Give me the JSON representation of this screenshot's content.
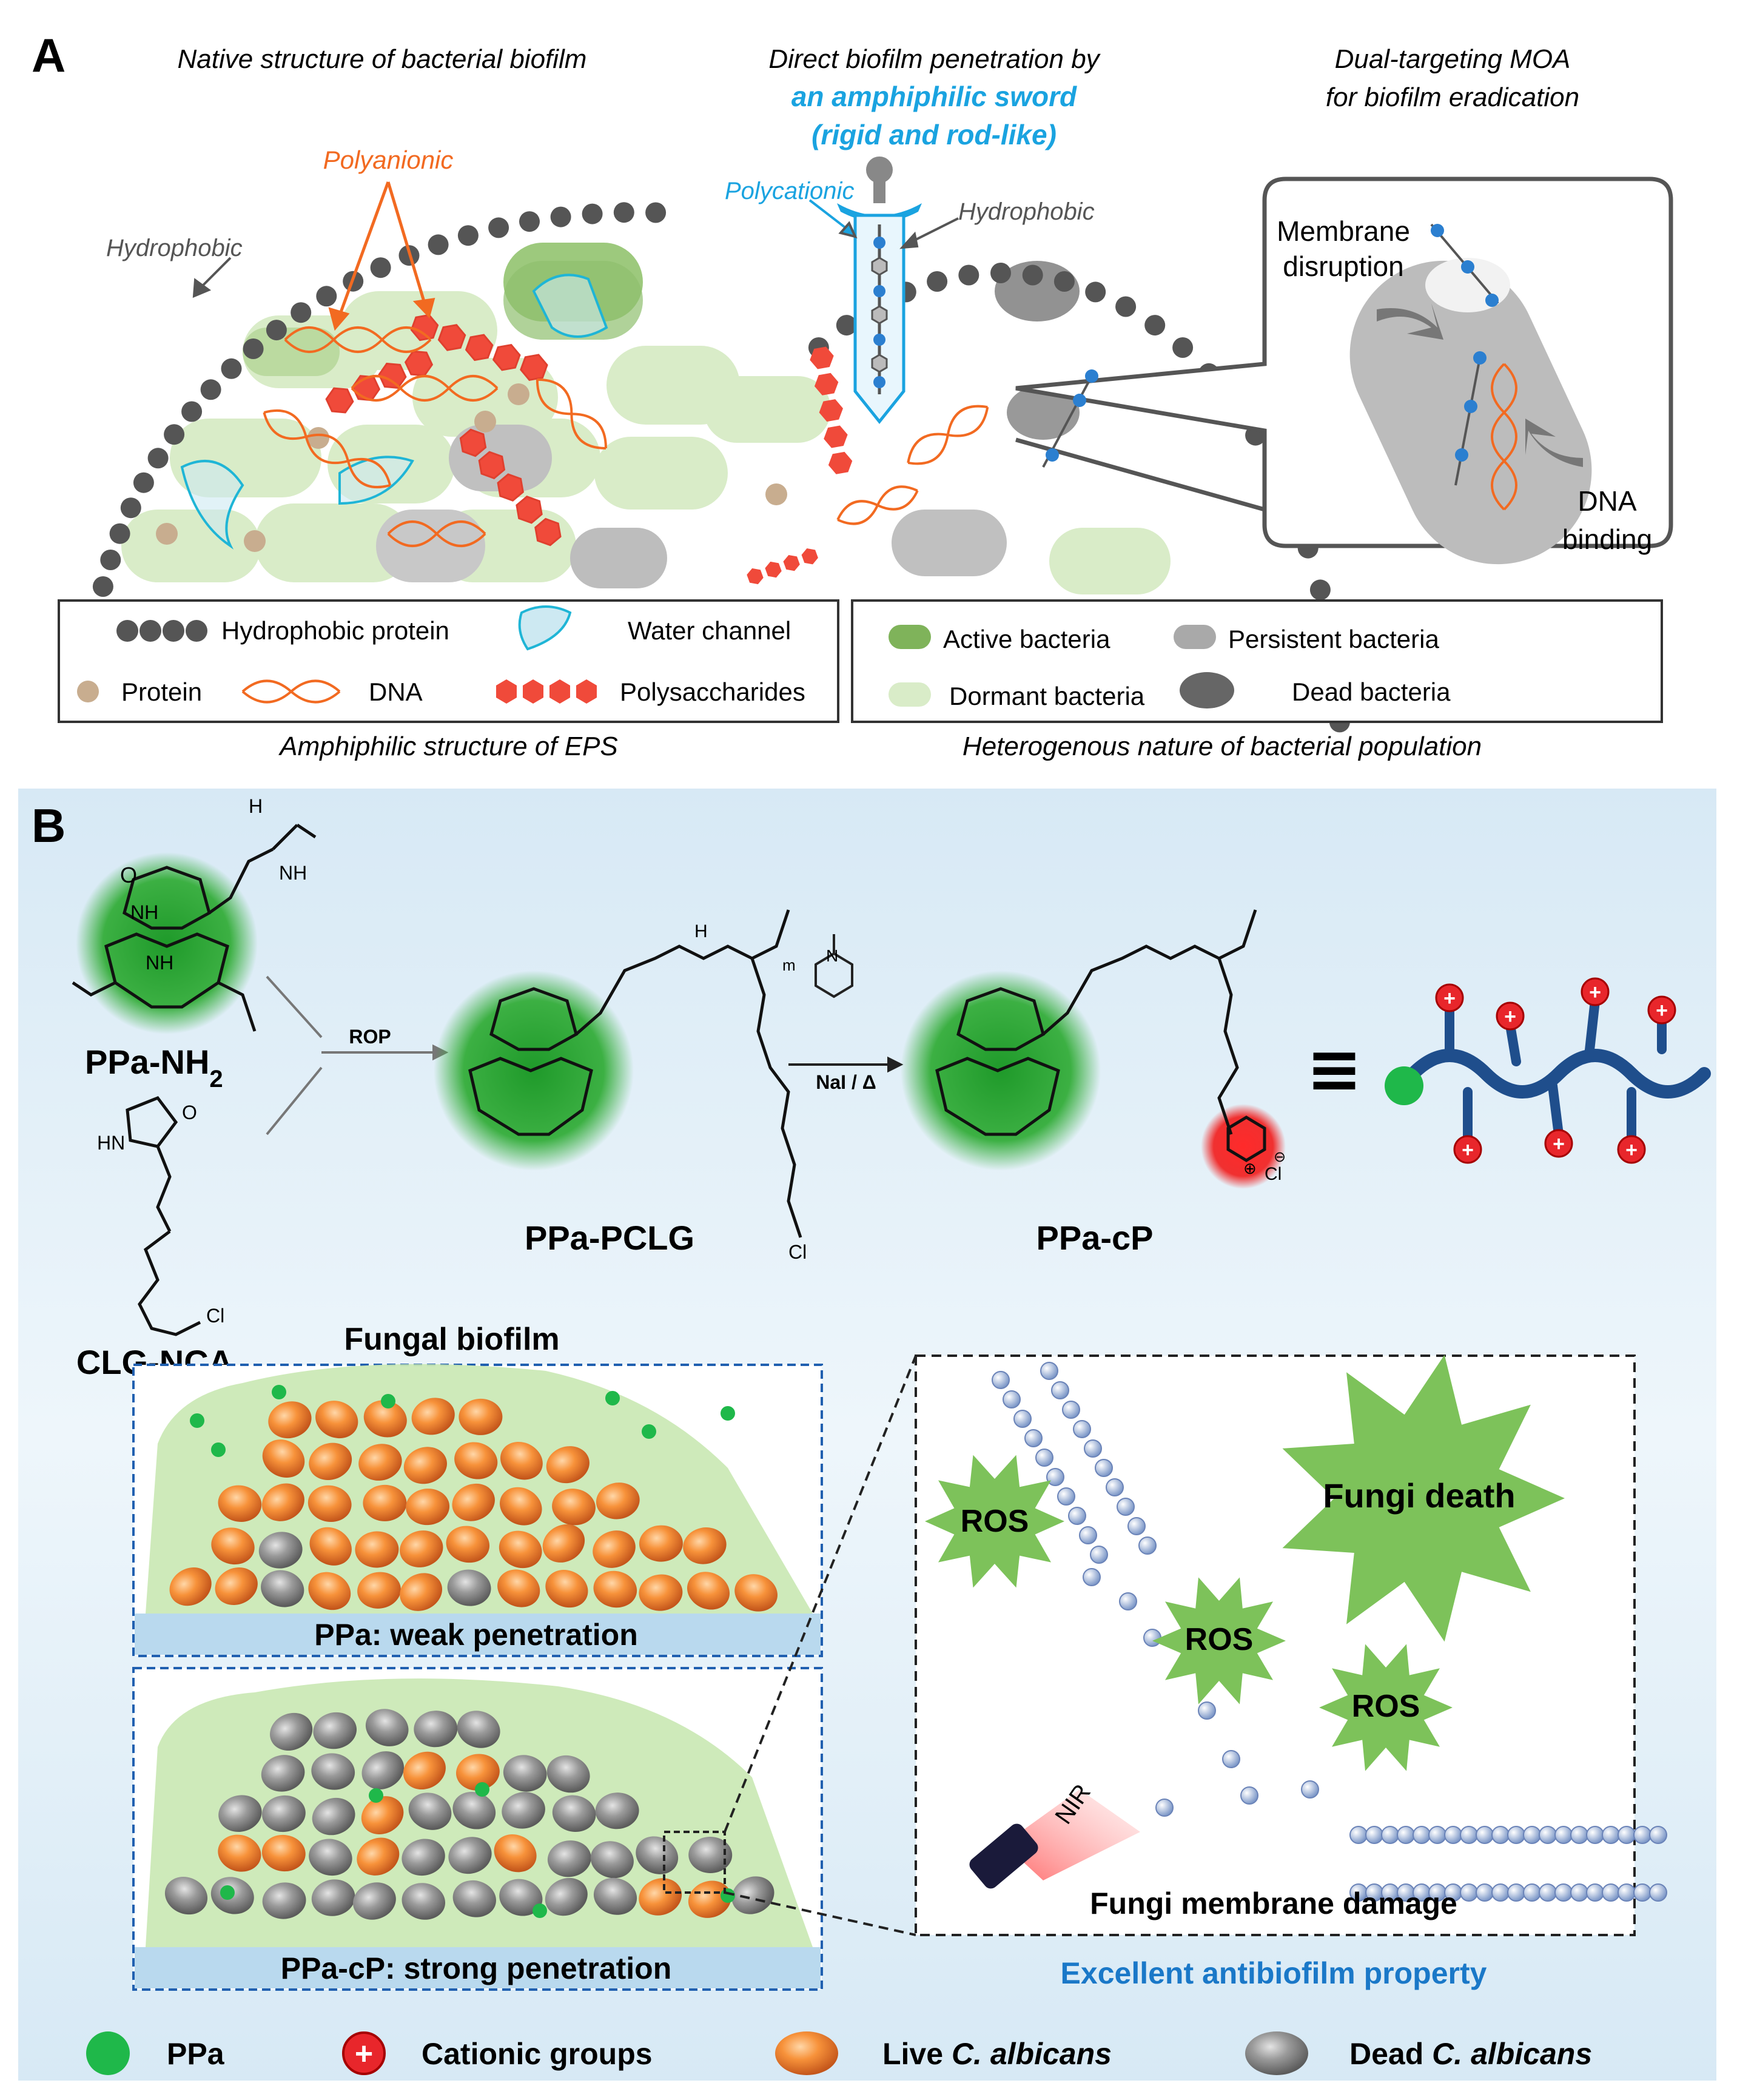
{
  "panelA": {
    "letter": "A",
    "title1": "Native structure of bacterial biofilm",
    "title2_line1": "Direct biofilm penetration by",
    "title2_line2": "an amphiphilic sword",
    "title2_line3": "(rigid and rod-like)",
    "title3_line1": "Dual-targeting MOA",
    "title3_line2": "for biofilm eradication",
    "label_polyanionic": "Polyanionic",
    "label_hydrophobic_left": "Hydrophobic",
    "label_polycationic": "Polycationic",
    "label_hydrophobic_mid": "Hydrophobic",
    "label_membrane_1": "Membrane",
    "label_membrane_2": "disruption",
    "label_dna_1": "DNA",
    "label_dna_2": "binding",
    "legend_left": {
      "hydrophobic_protein": "Hydrophobic protein",
      "water_channel": "Water channel",
      "protein": "Protein",
      "dna": "DNA",
      "polysaccharides": "Polysaccharides",
      "caption": "Amphiphilic structure of EPS"
    },
    "legend_right": {
      "active": "Active bacteria",
      "persistent": "Persistent bacteria",
      "dormant": "Dormant bacteria",
      "dead": "Dead bacteria",
      "caption": "Heterogenous nature of bacterial population"
    }
  },
  "panelB": {
    "letter": "B",
    "ppa_nh2": "PPa-NH",
    "ppa_nh2_sub": "2",
    "clg_nca": "CLG-NCA",
    "rop": "ROP",
    "nai": "NaI / Δ",
    "ppa_pclg": "PPa-PCLG",
    "ppa_cp": "PPa-cP",
    "equiv": "≡",
    "fungal_biofilm": "Fungal biofilm",
    "weak_label": "PPa: weak penetration",
    "strong_label": "PPa-cP: strong penetration",
    "ros1": "ROS",
    "ros2": "ROS",
    "ros3": "ROS",
    "fungi_death": "Fungi death",
    "nir": "NIR",
    "membrane_damage": "Fungi membrane damage",
    "excellent": "Excellent antibiofilm property",
    "chem": {
      "o": "O",
      "h": "H",
      "n": "N",
      "nh": "NH",
      "nh2": "NH",
      "two": "2",
      "cl": "Cl",
      "hn": "HN",
      "m": "m",
      "plus": "⊕",
      "minus": "⊖"
    }
  },
  "bottom_legend": {
    "ppa": "PPa",
    "cationic": "Cationic groups",
    "live_prefix": "Live ",
    "live_species": "C. albicans",
    "dead_prefix": "Dead ",
    "dead_species": "C. albicans"
  },
  "colors": {
    "orange_text": "#f26a21",
    "blue_text": "#1aa3e0",
    "panelB_bg": "#dcecf6",
    "green_glow": "#3ca63c",
    "red_glow": "#e8262b",
    "star_green": "#7dc25a",
    "orange_cell": "#f58a2c",
    "gray_cell": "#8a8a8a",
    "polymer_blue": "#1f4e8c"
  }
}
